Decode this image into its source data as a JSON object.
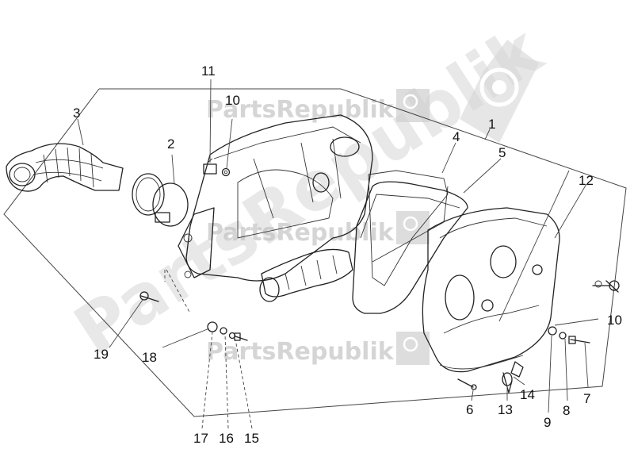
{
  "watermark": {
    "brand_text": "PartsRepublik",
    "color": "#bfbfbf",
    "icon": "gear-icon"
  },
  "callouts": [
    "1",
    "2",
    "3",
    "4",
    "5",
    "6",
    "7",
    "8",
    "9",
    "10",
    "10",
    "11",
    "12",
    "13",
    "14",
    "15",
    "16",
    "17",
    "18",
    "19"
  ],
  "colors": {
    "line": "#222222",
    "background": "#ffffff"
  }
}
